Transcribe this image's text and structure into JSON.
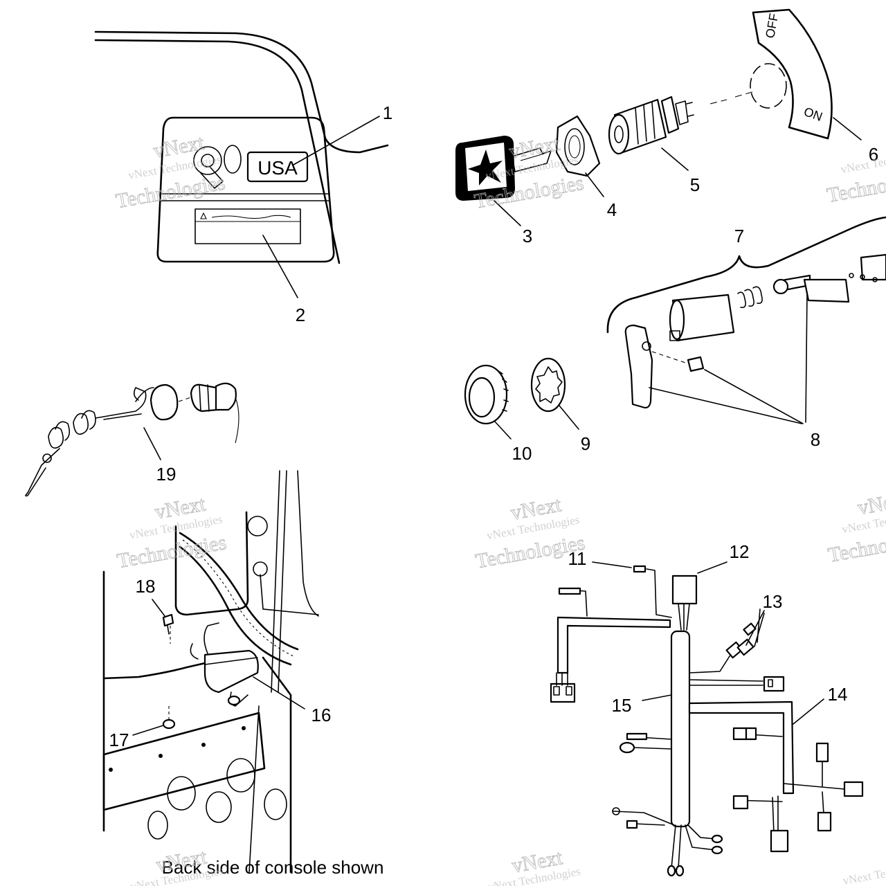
{
  "labels": {
    "plate_text": "USA",
    "off_label": "OFF",
    "on_label": "ON",
    "caption": "Back side of console shown"
  },
  "callouts": [
    "1",
    "2",
    "3",
    "4",
    "5",
    "6",
    "7",
    "8",
    "9",
    "10",
    "11",
    "12",
    "13",
    "14",
    "15",
    "16",
    "17",
    "18",
    "19"
  ],
  "watermark": {
    "line1": "vNext Technologies",
    "line2": "Technologies",
    "line3": "vNext"
  }
}
